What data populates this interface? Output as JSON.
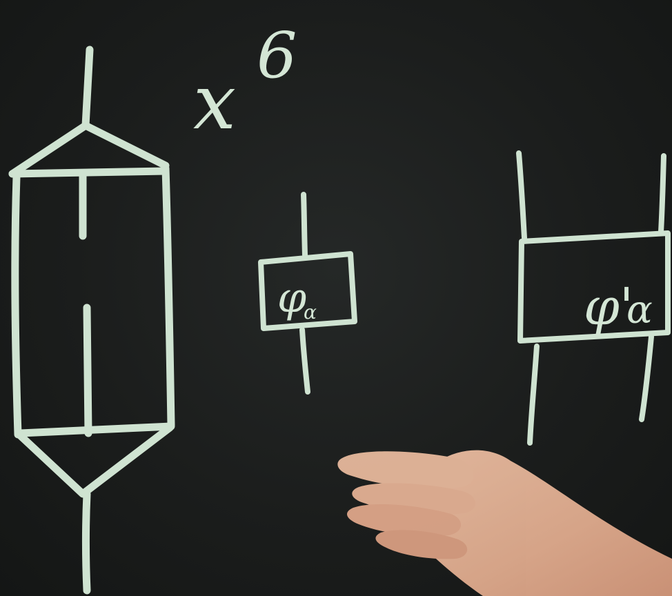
{
  "blackboard": {
    "exponent_label": "x6",
    "exponent_base": "x",
    "exponent_power": "6",
    "box_small": {
      "label_main": "φ",
      "label_sub": "α"
    },
    "box_large": {
      "label_main": "φ'",
      "label_sub": "α"
    }
  },
  "colors": {
    "board": "#1b1d1c",
    "chalk": "#cfe3d1",
    "skin": "#e9b79a"
  }
}
